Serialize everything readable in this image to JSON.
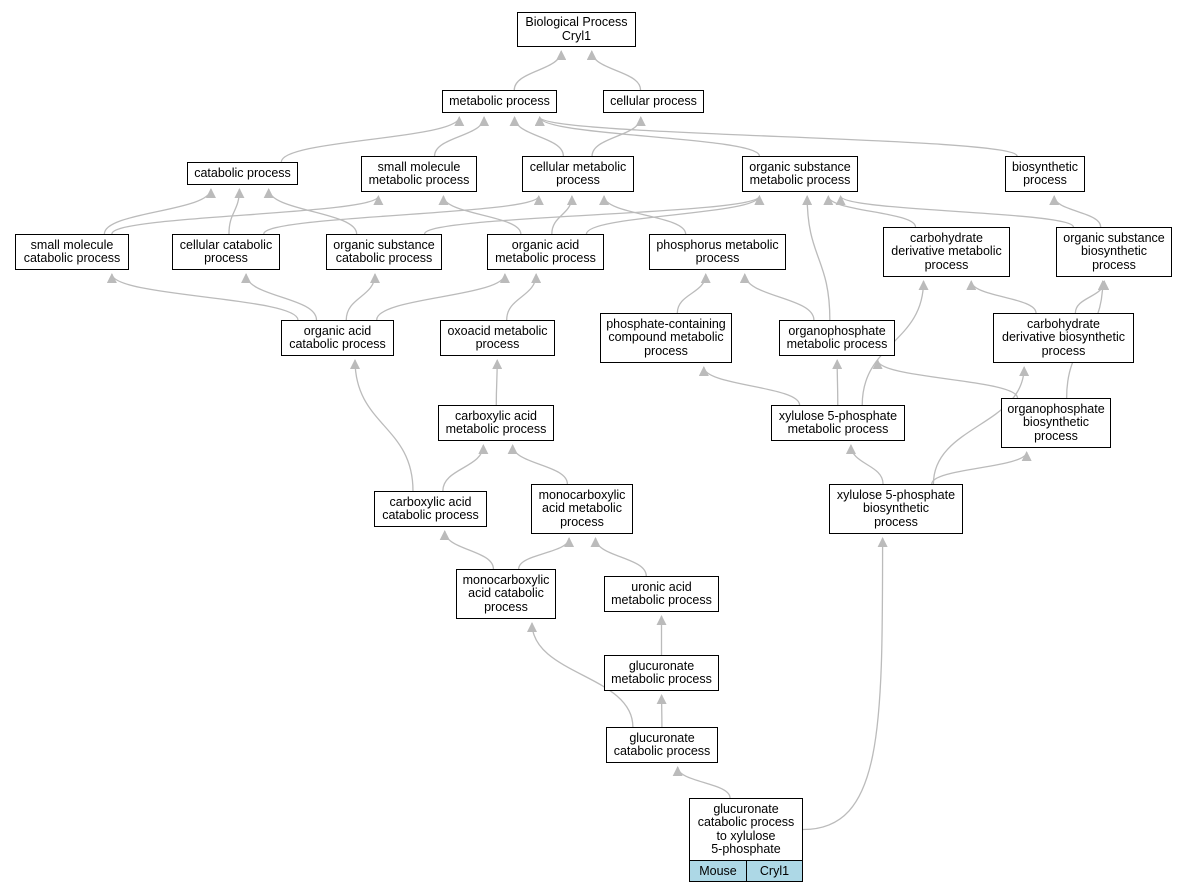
{
  "colors": {
    "edge": "#bbbbbb",
    "node_border": "#000000",
    "node_fill": "#ffffff",
    "tag_fill": "#add8e6"
  },
  "nodes": {
    "root": "Biological Process\nCryl1",
    "metabolic": "metabolic process",
    "cellular": "cellular process",
    "catabolic": "catabolic process",
    "small_mol_met": "small molecule\nmetabolic process",
    "cell_met": "cellular metabolic\nprocess",
    "org_sub_met": "organic substance\nmetabolic process",
    "biosynthetic": "biosynthetic\nprocess",
    "small_mol_cat": "small molecule\ncatabolic process",
    "cell_cat": "cellular catabolic\nprocess",
    "org_sub_cat": "organic substance\ncatabolic process",
    "org_acid_met": "organic acid\nmetabolic process",
    "phos_met": "phosphorus metabolic\nprocess",
    "carb_deriv_met": "carbohydrate\nderivative metabolic\nprocess",
    "org_sub_bio": "organic substance\nbiosynthetic\nprocess",
    "org_acid_cat": "organic acid\ncatabolic process",
    "oxoacid_met": "oxoacid metabolic\nprocess",
    "phosphate_cont": "phosphate-containing\ncompound metabolic\nprocess",
    "organophos_met": "organophosphate\nmetabolic process",
    "carb_deriv_bio": "carbohydrate\nderivative biosynthetic\nprocess",
    "carboxylic_met": "carboxylic acid\nmetabolic process",
    "xylulose_met": "xylulose 5-phosphate\nmetabolic process",
    "organophos_bio": "organophosphate\nbiosynthetic\nprocess",
    "carboxylic_cat": "carboxylic acid\ncatabolic process",
    "monocarb_met": "monocarboxylic\nacid metabolic\nprocess",
    "xylulose_bio": "xylulose 5-phosphate\nbiosynthetic\nprocess",
    "monocarb_cat": "monocarboxylic\nacid catabolic\nprocess",
    "uronic_met": "uronic acid\nmetabolic process",
    "glucuronate_met": "glucuronate\nmetabolic process",
    "glucuronate_cat": "glucuronate\ncatabolic process",
    "target": "glucuronate\ncatabolic process\nto xylulose\n5-phosphate"
  },
  "tags": {
    "species": "Mouse",
    "gene": "Cryl1"
  },
  "edges": [
    [
      "metabolic",
      "root"
    ],
    [
      "cellular",
      "root"
    ],
    [
      "catabolic",
      "metabolic"
    ],
    [
      "small_mol_met",
      "metabolic"
    ],
    [
      "cell_met",
      "metabolic"
    ],
    [
      "org_sub_met",
      "metabolic"
    ],
    [
      "biosynthetic",
      "metabolic"
    ],
    [
      "cell_met",
      "cellular"
    ],
    [
      "small_mol_cat",
      "catabolic"
    ],
    [
      "small_mol_cat",
      "small_mol_met"
    ],
    [
      "cell_cat",
      "catabolic"
    ],
    [
      "cell_cat",
      "cell_met"
    ],
    [
      "org_sub_cat",
      "catabolic"
    ],
    [
      "org_sub_cat",
      "org_sub_met"
    ],
    [
      "org_acid_met",
      "small_mol_met"
    ],
    [
      "org_acid_met",
      "cell_met"
    ],
    [
      "org_acid_met",
      "org_sub_met"
    ],
    [
      "phos_met",
      "cell_met"
    ],
    [
      "carb_deriv_met",
      "org_sub_met"
    ],
    [
      "org_sub_bio",
      "org_sub_met"
    ],
    [
      "org_sub_bio",
      "biosynthetic"
    ],
    [
      "org_acid_cat",
      "small_mol_cat"
    ],
    [
      "org_acid_cat",
      "cell_cat"
    ],
    [
      "org_acid_cat",
      "org_sub_cat"
    ],
    [
      "org_acid_cat",
      "org_acid_met"
    ],
    [
      "oxoacid_met",
      "org_acid_met"
    ],
    [
      "phosphate_cont",
      "phos_met"
    ],
    [
      "organophos_met",
      "phos_met"
    ],
    [
      "organophos_met",
      "org_sub_met"
    ],
    [
      "carb_deriv_bio",
      "carb_deriv_met"
    ],
    [
      "carb_deriv_bio",
      "org_sub_bio"
    ],
    [
      "carboxylic_met",
      "oxoacid_met"
    ],
    [
      "xylulose_met",
      "phosphate_cont"
    ],
    [
      "xylulose_met",
      "organophos_met"
    ],
    [
      "xylulose_met",
      "carb_deriv_met"
    ],
    [
      "organophos_bio",
      "organophos_met"
    ],
    [
      "organophos_bio",
      "org_sub_bio"
    ],
    [
      "carboxylic_cat",
      "org_acid_cat"
    ],
    [
      "carboxylic_cat",
      "carboxylic_met"
    ],
    [
      "monocarb_met",
      "carboxylic_met"
    ],
    [
      "xylulose_bio",
      "xylulose_met"
    ],
    [
      "xylulose_bio",
      "organophos_bio"
    ],
    [
      "xylulose_bio",
      "carb_deriv_bio"
    ],
    [
      "monocarb_cat",
      "carboxylic_cat"
    ],
    [
      "monocarb_cat",
      "monocarb_met"
    ],
    [
      "uronic_met",
      "monocarb_met"
    ],
    [
      "glucuronate_met",
      "uronic_met"
    ],
    [
      "glucuronate_cat",
      "glucuronate_met"
    ],
    [
      "glucuronate_cat",
      "monocarb_cat"
    ],
    [
      "target",
      "glucuronate_cat"
    ],
    [
      "target",
      "xylulose_bio"
    ]
  ]
}
